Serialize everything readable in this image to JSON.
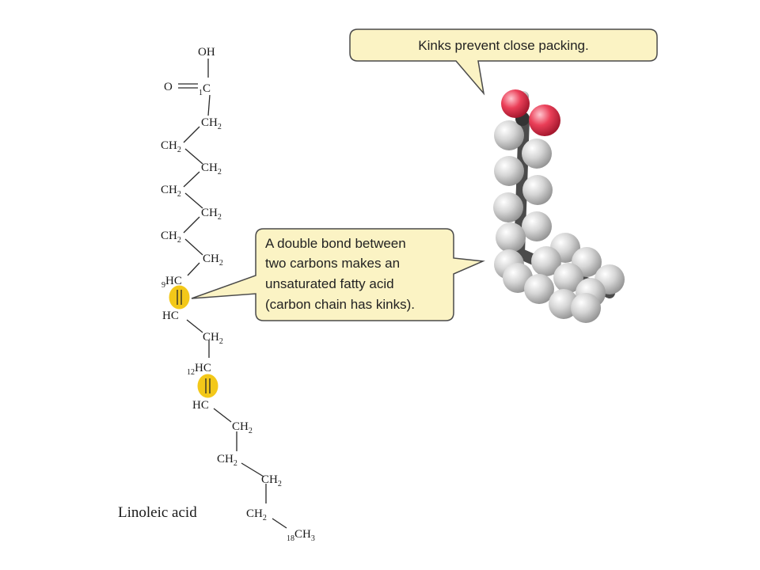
{
  "structure": {
    "molecule_name": "Linoleic acid",
    "oh": "OH",
    "o": "O",
    "c1_num": "1",
    "c1": "C",
    "ch2": "CH",
    "sub2": "2",
    "hc": "HC",
    "c9_num": "9",
    "c12_num": "12",
    "c18_num": "18",
    "ch3": "CH",
    "sub3": "3"
  },
  "callouts": {
    "top": "Kinks prevent close packing.",
    "middle": [
      "A double bond between",
      "two carbons makes an",
      "unsaturated fatty acid",
      "(carbon chain has kinks)."
    ]
  },
  "colors": {
    "callout_fill": "#fbf3c4",
    "double_bond_highlight": "#f2c200",
    "oxygen_atom": "#e8344e",
    "carbon_atom": "#c9c9c9"
  }
}
